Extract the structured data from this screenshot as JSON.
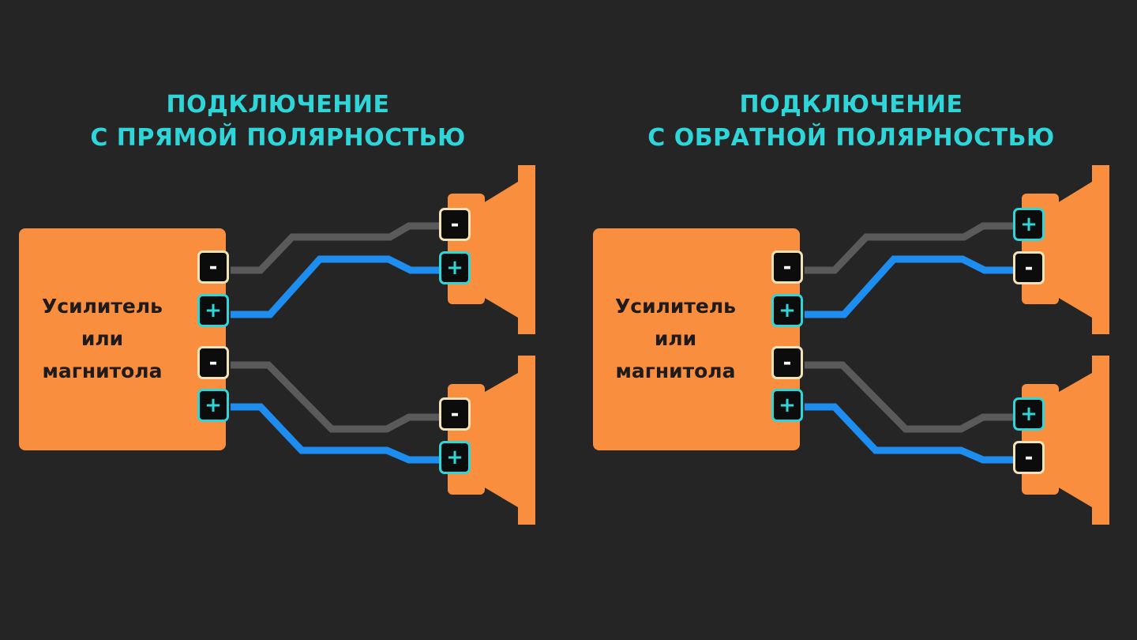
{
  "diagrams": [
    {
      "title_line1": "ПОДКЛЮЧЕНИЕ",
      "title_line2": "С ПРЯМОЙ ПОЛЯРНОСТЬЮ",
      "amp_line1": "Усилитель",
      "amp_line2": "или",
      "amp_line3": "магнитола",
      "amp_terminals": [
        "-",
        "+",
        "-",
        "+"
      ],
      "speaker1_terminals": [
        "-",
        "+"
      ],
      "speaker2_terminals": [
        "-",
        "+"
      ]
    },
    {
      "title_line1": "ПОДКЛЮЧЕНИЕ",
      "title_line2": "С ОБРАТНОЙ ПОЛЯРНОСТЬЮ",
      "amp_line1": "Усилитель",
      "amp_line2": "или",
      "amp_line3": "магнитола",
      "amp_terminals": [
        "-",
        "+",
        "-",
        "+"
      ],
      "speaker1_terminals": [
        "+",
        "-"
      ],
      "speaker2_terminals": [
        "+",
        "-"
      ]
    }
  ],
  "colors": {
    "background": "#262525",
    "title": "#2fd6d9",
    "device": "#f98f3e",
    "wire_negative": "#5a5a5a",
    "wire_positive": "#1e8df0",
    "terminal_positive_border": "#2fd6d9",
    "terminal_negative_border": "#f2e2b8"
  }
}
